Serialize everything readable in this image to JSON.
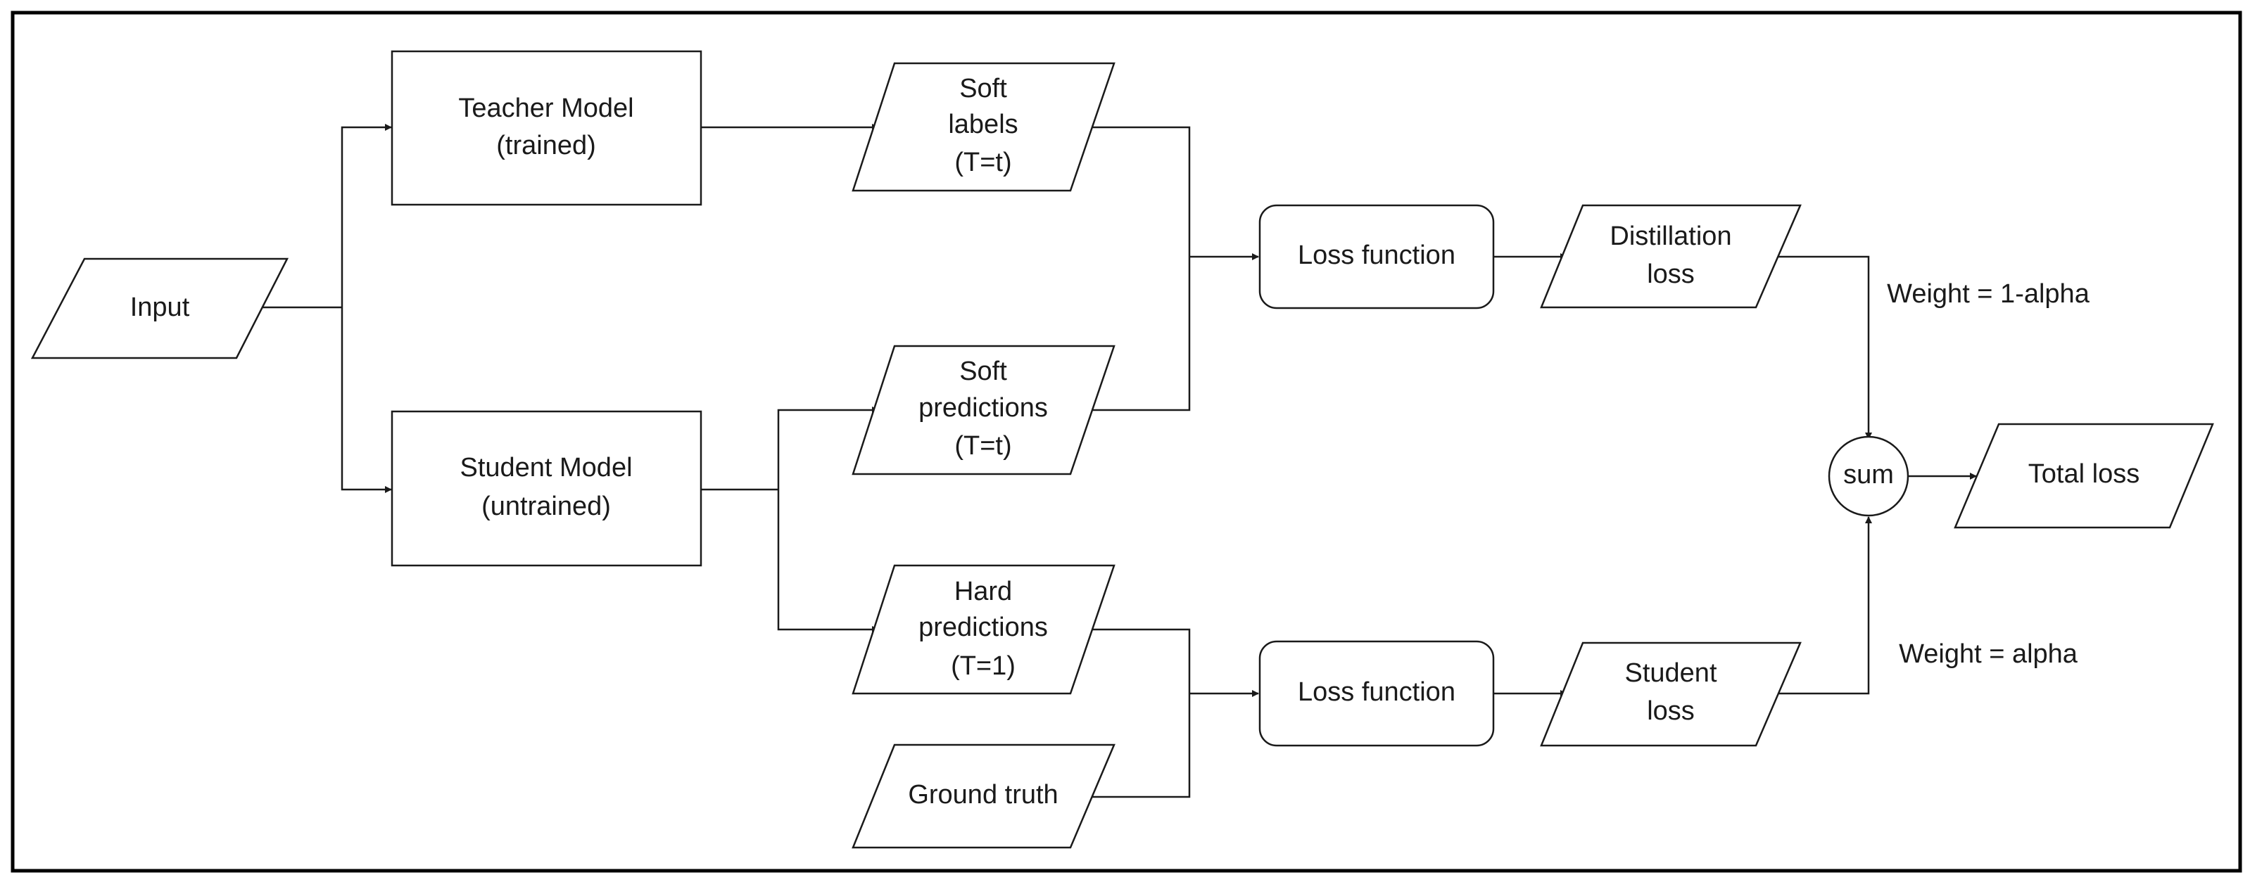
{
  "diagram": {
    "nodes": {
      "input": {
        "label": "Input"
      },
      "teacher_model": {
        "lines": [
          "Teacher Model",
          "(trained)"
        ]
      },
      "student_model": {
        "lines": [
          "Student Model",
          "(untrained)"
        ]
      },
      "soft_labels": {
        "lines": [
          "Soft",
          "labels",
          "(T=t)"
        ]
      },
      "soft_predictions": {
        "lines": [
          "Soft",
          "predictions",
          "(T=t)"
        ]
      },
      "hard_predictions": {
        "lines": [
          "Hard",
          "predictions",
          "(T=1)"
        ]
      },
      "ground_truth": {
        "label": "Ground truth"
      },
      "loss_function_top": {
        "label": "Loss function"
      },
      "loss_function_bottom": {
        "label": "Loss function"
      },
      "distillation_loss": {
        "lines": [
          "Distillation",
          "loss"
        ]
      },
      "student_loss": {
        "lines": [
          "Student",
          "loss"
        ]
      },
      "sum": {
        "label": "sum"
      },
      "total_loss": {
        "label": "Total loss"
      }
    },
    "annotations": {
      "weight_top": "Weight = 1-alpha",
      "weight_bottom": "Weight = alpha"
    },
    "edges": [
      {
        "from": "input",
        "to": "teacher_model"
      },
      {
        "from": "input",
        "to": "student_model"
      },
      {
        "from": "teacher_model",
        "to": "soft_labels"
      },
      {
        "from": "student_model",
        "to": "soft_predictions"
      },
      {
        "from": "student_model",
        "to": "hard_predictions"
      },
      {
        "from": "soft_labels",
        "to": "loss_function_top"
      },
      {
        "from": "soft_predictions",
        "to": "loss_function_top"
      },
      {
        "from": "hard_predictions",
        "to": "loss_function_bottom"
      },
      {
        "from": "ground_truth",
        "to": "loss_function_bottom"
      },
      {
        "from": "loss_function_top",
        "to": "distillation_loss"
      },
      {
        "from": "loss_function_bottom",
        "to": "student_loss"
      },
      {
        "from": "distillation_loss",
        "to": "sum"
      },
      {
        "from": "student_loss",
        "to": "sum"
      },
      {
        "from": "sum",
        "to": "total_loss"
      }
    ]
  }
}
